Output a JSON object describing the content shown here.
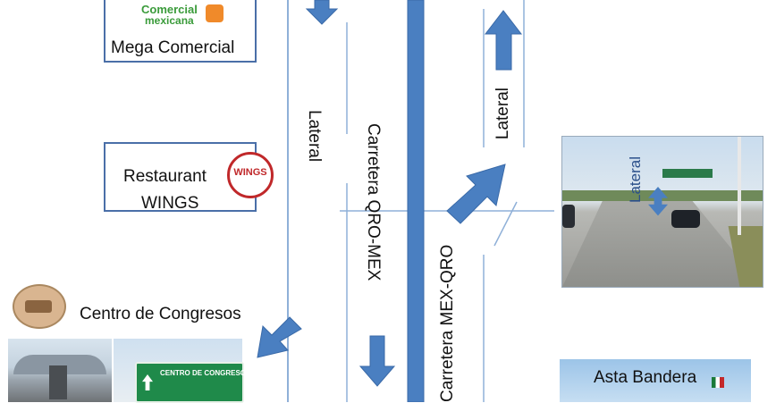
{
  "places": {
    "mega": {
      "logo_line1": "Comercial",
      "logo_line2": "mexicana",
      "label": "Mega Comercial"
    },
    "wings": {
      "label_line1": "Restaurant",
      "label_line2": "WINGS",
      "logo_text": "WINGS"
    },
    "congresos": {
      "label": "Centro de Congresos",
      "sign_text": "CENTRO DE CONGRESOS"
    },
    "asta": {
      "label": "Asta Bandera"
    }
  },
  "roads": {
    "lateral_left": "Lateral",
    "qro_mex": "Carretera QRO-MEX",
    "mex_qro": "Carretera MEX-QRO",
    "lateral_right": "Lateral",
    "photo_lateral": "Lateral"
  },
  "colors": {
    "arrow": "#4a7fc1",
    "line": "#8fb0d8",
    "median": "#4a7fc1"
  }
}
